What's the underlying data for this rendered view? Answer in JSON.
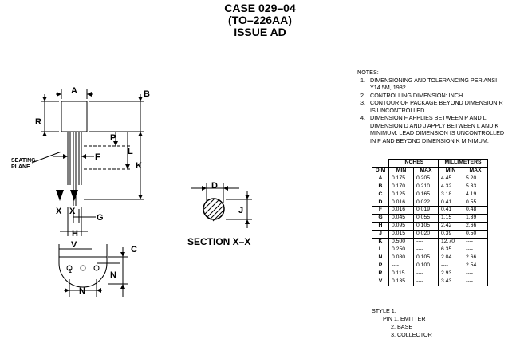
{
  "header": {
    "case": "CASE 029–04",
    "package": "(TO–226AA)",
    "issue": "ISSUE AD"
  },
  "drawing": {
    "labels": {
      "a": "A",
      "b": "B",
      "r": "R",
      "p": "P",
      "l": "L",
      "f": "F",
      "k": "K",
      "x1": "X",
      "x2": "X",
      "h": "H",
      "g": "G",
      "v": "V",
      "c": "C",
      "one": "1",
      "n1": "N",
      "n2": "N",
      "d": "D",
      "j": "J",
      "seating1": "SEATING",
      "seating2": "PLANE"
    },
    "section": "SECTION X–X"
  },
  "notes": {
    "heading": "NOTES:",
    "items": [
      {
        "num": "1.",
        "lines": [
          "DIMENSIONING AND TOLERANCING PER ANSI",
          "Y14.5M, 1982."
        ]
      },
      {
        "num": "2.",
        "lines": [
          "CONTROLLING DIMENSION: INCH."
        ]
      },
      {
        "num": "3.",
        "lines": [
          "CONTOUR OF PACKAGE BEYOND DIMENSION R",
          "IS UNCONTROLLED."
        ]
      },
      {
        "num": "4.",
        "lines": [
          "DIMENSION F APPLIES BETWEEN P AND L.",
          "DIMENSION D AND J APPLY BETWEEN L AND K",
          "MINIMUM. LEAD DIMENSION IS UNCONTROLLED",
          "IN P AND BEYOND DIMENSION K MINIMUM."
        ]
      }
    ]
  },
  "table": {
    "group_inches": "INCHES",
    "group_mm": "MILLIMETERS",
    "headers": [
      "DIM",
      "MIN",
      "MAX",
      "MIN",
      "MAX"
    ],
    "rows": [
      [
        "A",
        "0.175",
        "0.205",
        "4.45",
        "5.20"
      ],
      [
        "B",
        "0.170",
        "0.210",
        "4.32",
        "5.33"
      ],
      [
        "C",
        "0.125",
        "0.165",
        "3.18",
        "4.19"
      ],
      [
        "D",
        "0.016",
        "0.022",
        "0.41",
        "0.55"
      ],
      [
        "F",
        "0.016",
        "0.019",
        "0.41",
        "0.48"
      ],
      [
        "G",
        "0.045",
        "0.055",
        "1.15",
        "1.39"
      ],
      [
        "H",
        "0.095",
        "0.105",
        "2.42",
        "2.66"
      ],
      [
        "J",
        "0.015",
        "0.020",
        "0.39",
        "0.50"
      ],
      [
        "K",
        "0.500",
        "----",
        "12.70",
        "----"
      ],
      [
        "L",
        "0.250",
        "----",
        "6.35",
        "----"
      ],
      [
        "N",
        "0.080",
        "0.105",
        "2.04",
        "2.66"
      ],
      [
        "P",
        "----",
        "0.100",
        "----",
        "2.54"
      ],
      [
        "R",
        "0.115",
        "----",
        "2.93",
        "----"
      ],
      [
        "V",
        "0.135",
        "----",
        "3.43",
        "----"
      ]
    ]
  },
  "style": {
    "title": "STYLE 1:",
    "pins": [
      "PIN 1.  EMITTER",
      "2.  BASE",
      "3.  COLLECTOR"
    ]
  }
}
